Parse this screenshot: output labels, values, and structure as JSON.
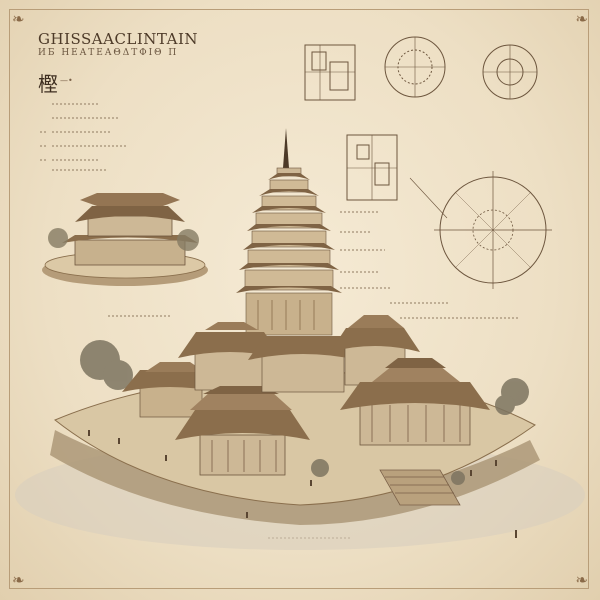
{
  "drawing": {
    "title": "GHISSAACLINTAIN",
    "subtitle": "ИБ ΗΕΑΤΕΑΘΔΤΦΙΘ Π",
    "glyph": "樫",
    "glyph_mark": "—•",
    "corner_ornament": "❧"
  },
  "palette": {
    "paper": "#efe3cc",
    "ink": "#4d3a28",
    "sepia": "#8a6a48",
    "roof": "#a88b66",
    "wall": "#cdb896",
    "foliage": "#7d7460",
    "water": "#c9bfae"
  },
  "icons": {
    "pagoda": "pagoda-illustration",
    "hall": "temple-hall-illustration",
    "plans": "floor-plan-sketches",
    "compass": "radial-plan-diagram"
  }
}
